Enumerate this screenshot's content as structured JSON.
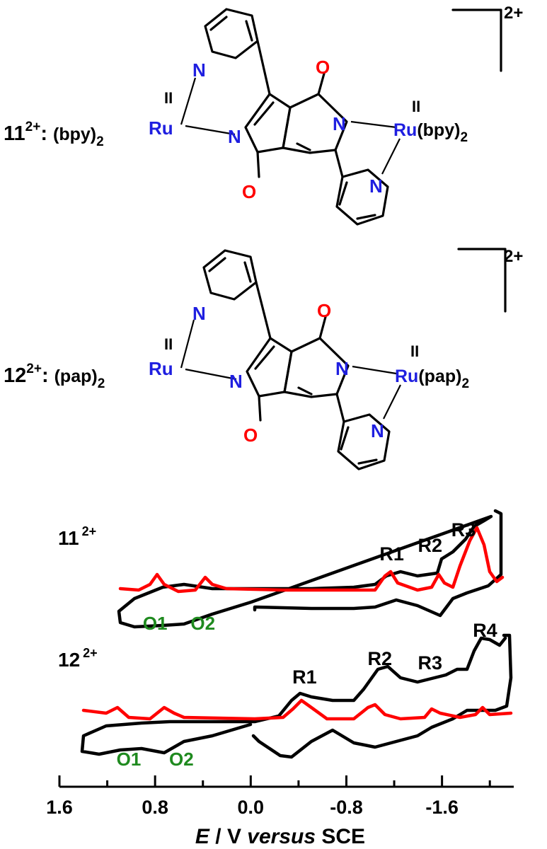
{
  "compounds": [
    {
      "id": "11",
      "charge": "2+",
      "ligand_left_text": "(bpy)",
      "ligand_right_text": "(bpy)",
      "ligand_subscript": "2",
      "metal": "Ru",
      "oxidation_state": "II",
      "label_colon": ":",
      "bracket_charge": "2+"
    },
    {
      "id": "12",
      "charge": "2+",
      "ligand_left_text": "(pap)",
      "ligand_right_text": "(pap)",
      "ligand_subscript": "2",
      "metal": "Ru",
      "oxidation_state": "II",
      "label_colon": ":",
      "bracket_charge": "2+"
    }
  ],
  "atoms": {
    "N": "N",
    "O": "O"
  },
  "colors": {
    "metal": "#1f1fe0",
    "nitrogen": "#1f1fe0",
    "oxygen": "#ff0000",
    "cv_trace": "#000000",
    "dpv_trace": "#ff0000",
    "oxidation_labels": "#1f8a1f"
  },
  "chart_data": {
    "type": "line",
    "xlabel_italic": "E",
    "xlabel_mid": " / V ",
    "xlabel_italic2": "versus",
    "xlabel_end": " SCE",
    "x_reversed": true,
    "xlim": [
      1.6,
      -2.2
    ],
    "x_ticks": [
      1.6,
      0.8,
      0.0,
      -0.8,
      -1.6
    ],
    "x_tick_labels": [
      "1.6",
      "0.8",
      "0.0",
      "-0.8",
      "-1.6"
    ],
    "x_minor_ticks": [
      1.2,
      0.4,
      -0.4,
      -1.2,
      -2.0
    ],
    "panels": [
      {
        "compound": "11",
        "charge": "2+",
        "reduction_labels": [
          {
            "text": "R1",
            "x": -1.18
          },
          {
            "text": "R2",
            "x": -1.5
          },
          {
            "text": "R3",
            "x": -1.78
          }
        ],
        "oxidation_labels": [
          {
            "text": "O1",
            "x": 0.8
          },
          {
            "text": "O2",
            "x": 0.4
          }
        ]
      },
      {
        "compound": "12",
        "charge": "2+",
        "reduction_labels": [
          {
            "text": "R1",
            "x": -0.45
          },
          {
            "text": "R2",
            "x": -1.08
          },
          {
            "text": "R3",
            "x": -1.5
          },
          {
            "text": "R4",
            "x": -1.96
          }
        ],
        "oxidation_labels": [
          {
            "text": "O1",
            "x": 1.02
          },
          {
            "text": "O2",
            "x": 0.58
          }
        ]
      }
    ]
  }
}
